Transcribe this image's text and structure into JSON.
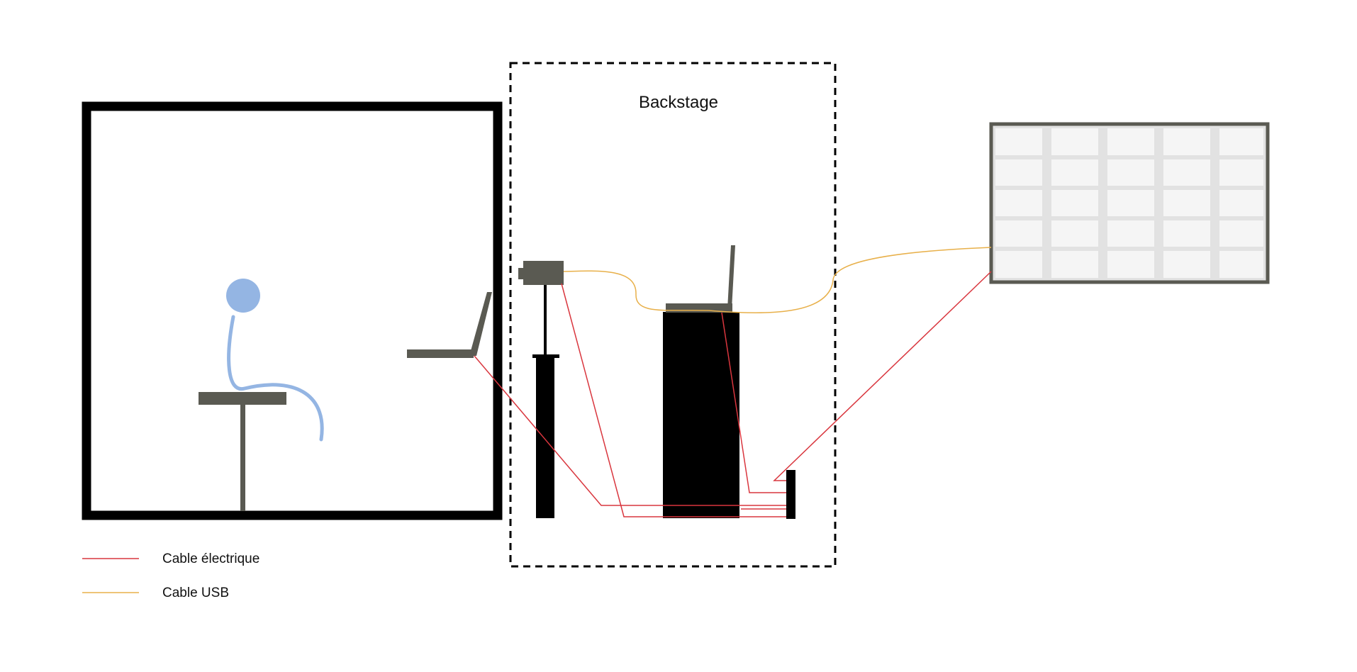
{
  "zones": {
    "backstage_label": "Backstage"
  },
  "legend": {
    "items": [
      {
        "label": "Cable électrique",
        "color": "#d9363e"
      },
      {
        "label": "Cable USB",
        "color": "#e8b04a"
      }
    ]
  },
  "colors": {
    "wall": "#000000",
    "equipment": "#5a5a52",
    "person": "#94b5e3",
    "screen_grid": "#e2e2e2",
    "screen_cell": "#f5f5f5"
  },
  "icons": {
    "person": "seated-person-icon",
    "camera": "camera-icon",
    "laptop": "laptop-icon",
    "screen": "display-screen-icon",
    "power_strip": "power-strip-icon"
  }
}
